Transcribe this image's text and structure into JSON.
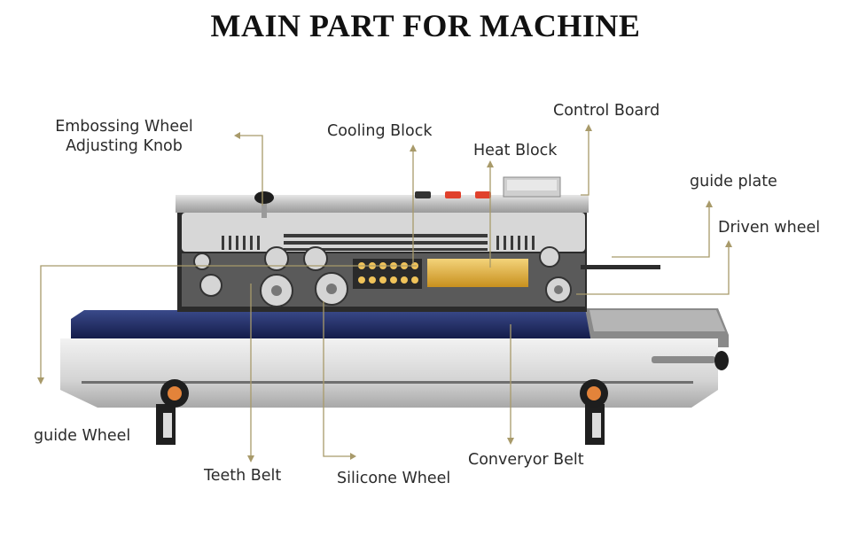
{
  "title": "MAIN PART FOR MACHINE",
  "labels": {
    "embossing_line1": "Embossing Wheel",
    "embossing_line2": "Adjusting Knob",
    "cooling_block": "Cooling Block",
    "control_board": "Control Board",
    "heat_block": "Heat Block",
    "guide_plate": "guide plate",
    "driven_wheel": "Driven wheel",
    "guide_wheel": "guide Wheel",
    "teeth_belt": "Teeth Belt",
    "silicone_wheel": "Silicone Wheel",
    "conveyor_belt": "Converyor Belt"
  },
  "colors": {
    "leader_line": "#a89a6a",
    "conveyor": "#1f2d6b",
    "metal": "#c9c9c9",
    "heat_block": "#e3b33a",
    "knob": "#e3833a",
    "indicator": "#e0412c"
  }
}
